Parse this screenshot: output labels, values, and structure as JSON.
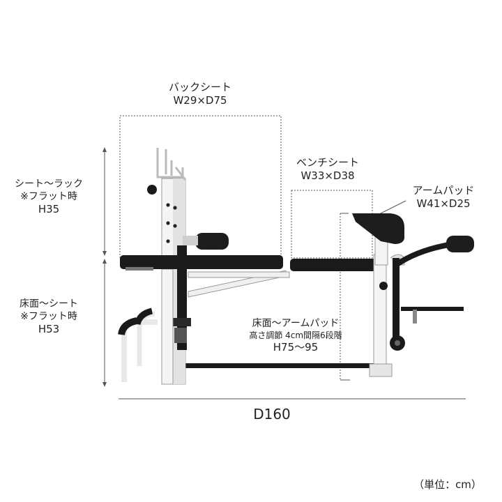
{
  "back_seat": {
    "name": "バックシート",
    "size": "W29×D75"
  },
  "bench_seat": {
    "name": "ベンチシート",
    "size": "W33×D38"
  },
  "arm_pad": {
    "name": "アームパッド",
    "size": "W41×D25"
  },
  "seat_to_rack": {
    "line1": "シート〜ラック",
    "line2": "※フラット時",
    "value": "H35"
  },
  "floor_to_seat": {
    "line1": "床面〜シート",
    "line2": "※フラット時",
    "value": "H53"
  },
  "floor_to_armpad": {
    "line1": "床面〜アームパッド",
    "line2": "高さ調節 4cm間隔6段階",
    "value": "H75〜95"
  },
  "depth": {
    "value": "D160"
  },
  "unit": {
    "text": "（単位：cm）"
  }
}
